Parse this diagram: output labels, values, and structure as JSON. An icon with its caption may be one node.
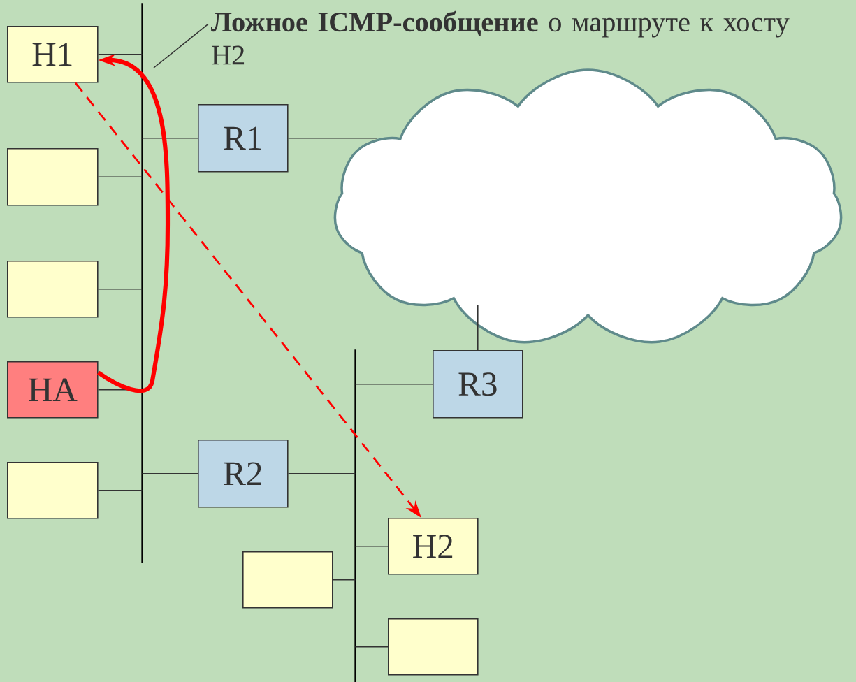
{
  "diagram": {
    "nodes": [
      {
        "text": [],
        "shape": "bar"
      },
      {
        "text": [
          "**Ложное ICMP-сообщение** о маршруте к хосту H2"
        ]
      },
      {
        "text": [
          "H1"
        ]
      },
      {
        "text": [
          "R1"
        ]
      },
      {
        "text": [],
        "shape": "cloud"
      },
      {
        "text": [],
        "shape": "box"
      },
      {
        "text": [],
        "shape": "box"
      },
      {
        "text": [
          "HA"
        ]
      },
      {
        "text": [
          "R3"
        ]
      },
      {
        "text": [],
        "shape": "bar"
      },
      {
        "text": [
          "R2"
        ]
      },
      {
        "text": [],
        "shape": "box"
      },
      {
        "text": [
          "H2"
        ]
      },
      {
        "text": [],
        "shape": "box"
      },
      {
        "text": [],
        "shape": "box"
      }
    ],
    "edges": [
      {
        "from": 2,
        "to": 0,
        "arrow": "none"
      },
      {
        "from": 5,
        "to": 0,
        "arrow": "none"
      },
      {
        "from": 6,
        "to": 0,
        "arrow": "none"
      },
      {
        "from": 7,
        "to": 0,
        "arrow": "none"
      },
      {
        "from": 11,
        "to": 0,
        "arrow": "none"
      },
      {
        "from": 3,
        "to": 0,
        "arrow": "none"
      },
      {
        "from": 3,
        "to": 4,
        "arrow": "none"
      },
      {
        "from": 10,
        "to": 0,
        "arrow": "none"
      },
      {
        "from": 10,
        "to": 9,
        "arrow": "none"
      },
      {
        "from": 8,
        "to": 9,
        "arrow": "none"
      },
      {
        "from": 8,
        "to": 4,
        "arrow": "none"
      },
      {
        "from": 12,
        "to": 9,
        "arrow": "none"
      },
      {
        "from": 13,
        "to": 9,
        "arrow": "none"
      },
      {
        "from": 14,
        "to": 9,
        "arrow": "none"
      },
      {
        "from": 7,
        "to": 2,
        "arrow": "to",
        "style": "thick",
        "color": "#ff0000"
      },
      {
        "from": 2,
        "to": 12,
        "arrow": "to",
        "style": "dashed",
        "color": "#ff0000"
      },
      {
        "from": 1,
        "to": null,
        "arrow": "none"
      }
    ]
  }
}
